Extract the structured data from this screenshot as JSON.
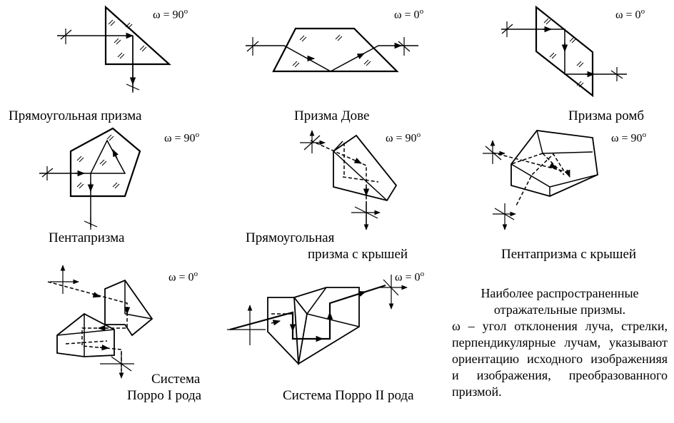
{
  "figures": [
    {
      "label": "Прямоугольная призма",
      "omega": "ω = 90",
      "deg": "o"
    },
    {
      "label": "Призма Дове",
      "omega": "ω = 0",
      "deg": "o"
    },
    {
      "label": "Призма ромб",
      "omega": "ω = 0",
      "deg": "o"
    },
    {
      "label": "Пентапризма",
      "omega": "ω = 90",
      "deg": "o"
    },
    {
      "label_line1": "Прямоугольная",
      "label_line2": "призма с крышей",
      "omega": "ω = 90",
      "deg": "o"
    },
    {
      "label": "Пентапризма с крышей",
      "omega": "ω = 90",
      "deg": "o"
    },
    {
      "label_line1": "Система",
      "label_line2": "Порро I рода",
      "omega": "ω = 0",
      "deg": "o"
    },
    {
      "label": "Система Порро II рода",
      "omega": "ω = 0",
      "deg": "o"
    }
  ],
  "note": {
    "title_line1": "Наиболее распространенные",
    "title_line2": "отражательные призмы.",
    "body": "ω – угол отклонения луча, стрелки, перпендикулярные лучам, указывают ориентацию исходного изображенияя и изображения, преобразованного призмой."
  },
  "colors": {
    "ink": "#000000",
    "paper": "#ffffff"
  }
}
